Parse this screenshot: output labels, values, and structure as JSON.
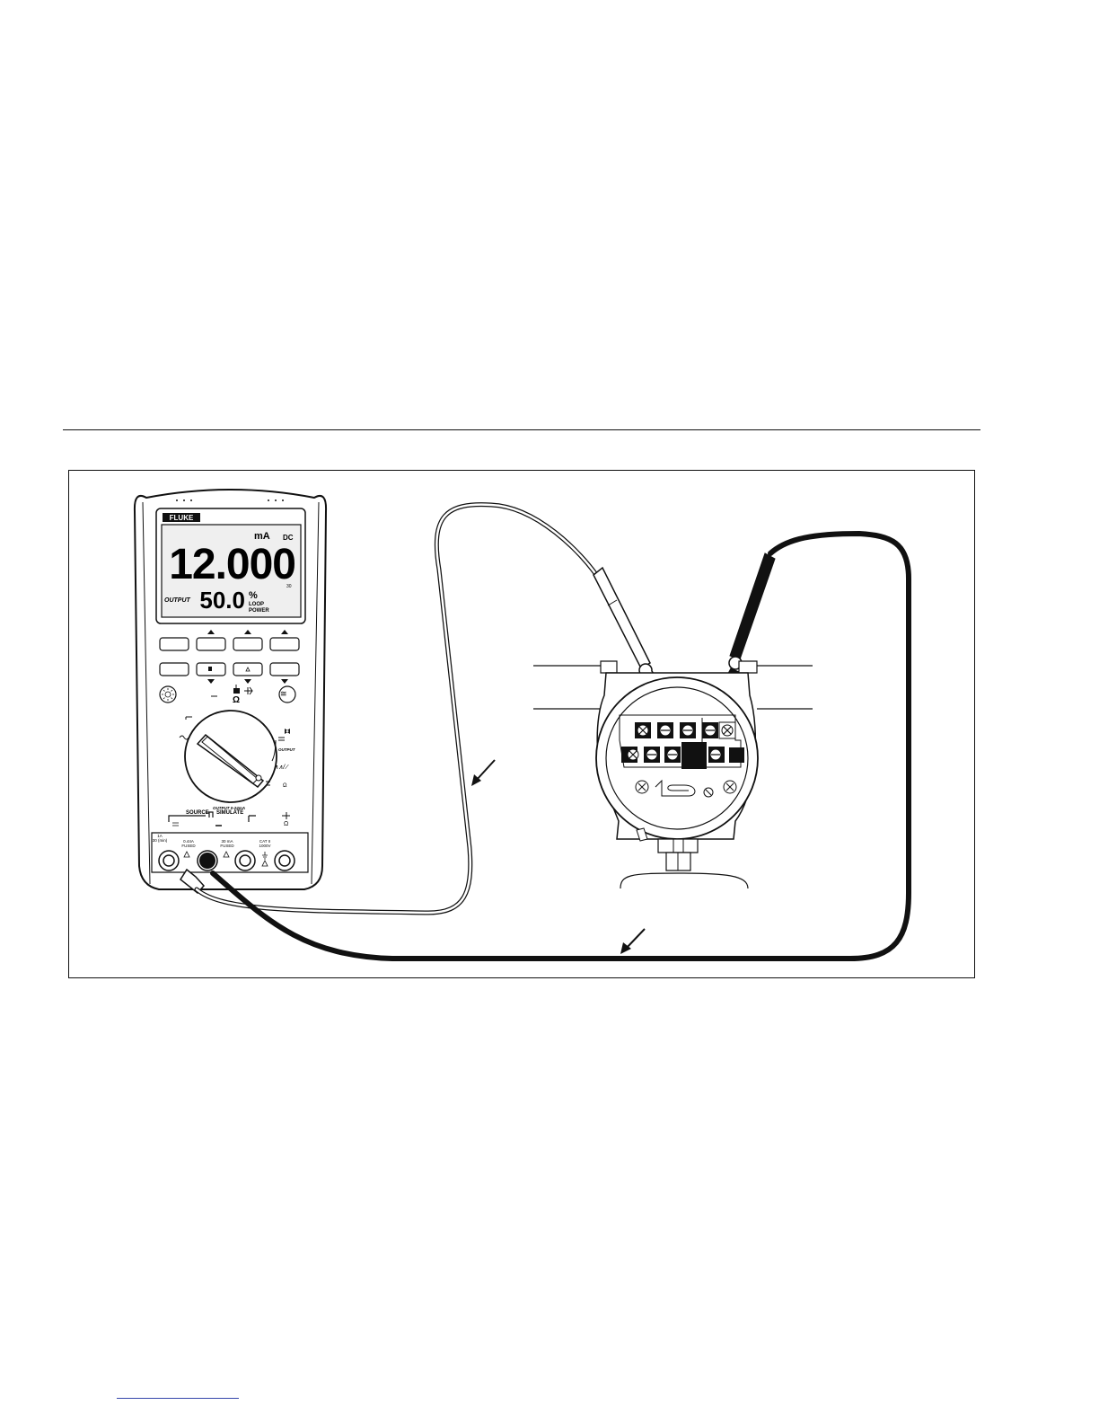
{
  "meter": {
    "brand": "FLUKE",
    "display": {
      "unit": "mA",
      "mode": "DC",
      "main_reading": "12.000",
      "range_indicator": "30",
      "output_label": "OUTPUT",
      "secondary_reading": "50.0",
      "percent_symbol": "%",
      "loop_label": "LOOP",
      "power_label": "POWER"
    },
    "dial_labels": {
      "output": "OUTPUT",
      "source_caption": "OUTPUT 0-24mA",
      "source": "SOURCE",
      "simulate": "SIMULATE"
    },
    "jacks": {
      "j1_line1": "1A",
      "j1_line2": "30 (min)",
      "j2_line1": "0.44A",
      "j2_line2": "FUSED",
      "j3_line1": "30 mA",
      "j3_line2": "FUSED",
      "j4_line1": "CAT II",
      "j4_line2": "1000V"
    }
  },
  "colors": {
    "ink": "#111111",
    "lcd": "#efefef",
    "lead_red": "#ffffff",
    "lead_black": "#111111"
  }
}
